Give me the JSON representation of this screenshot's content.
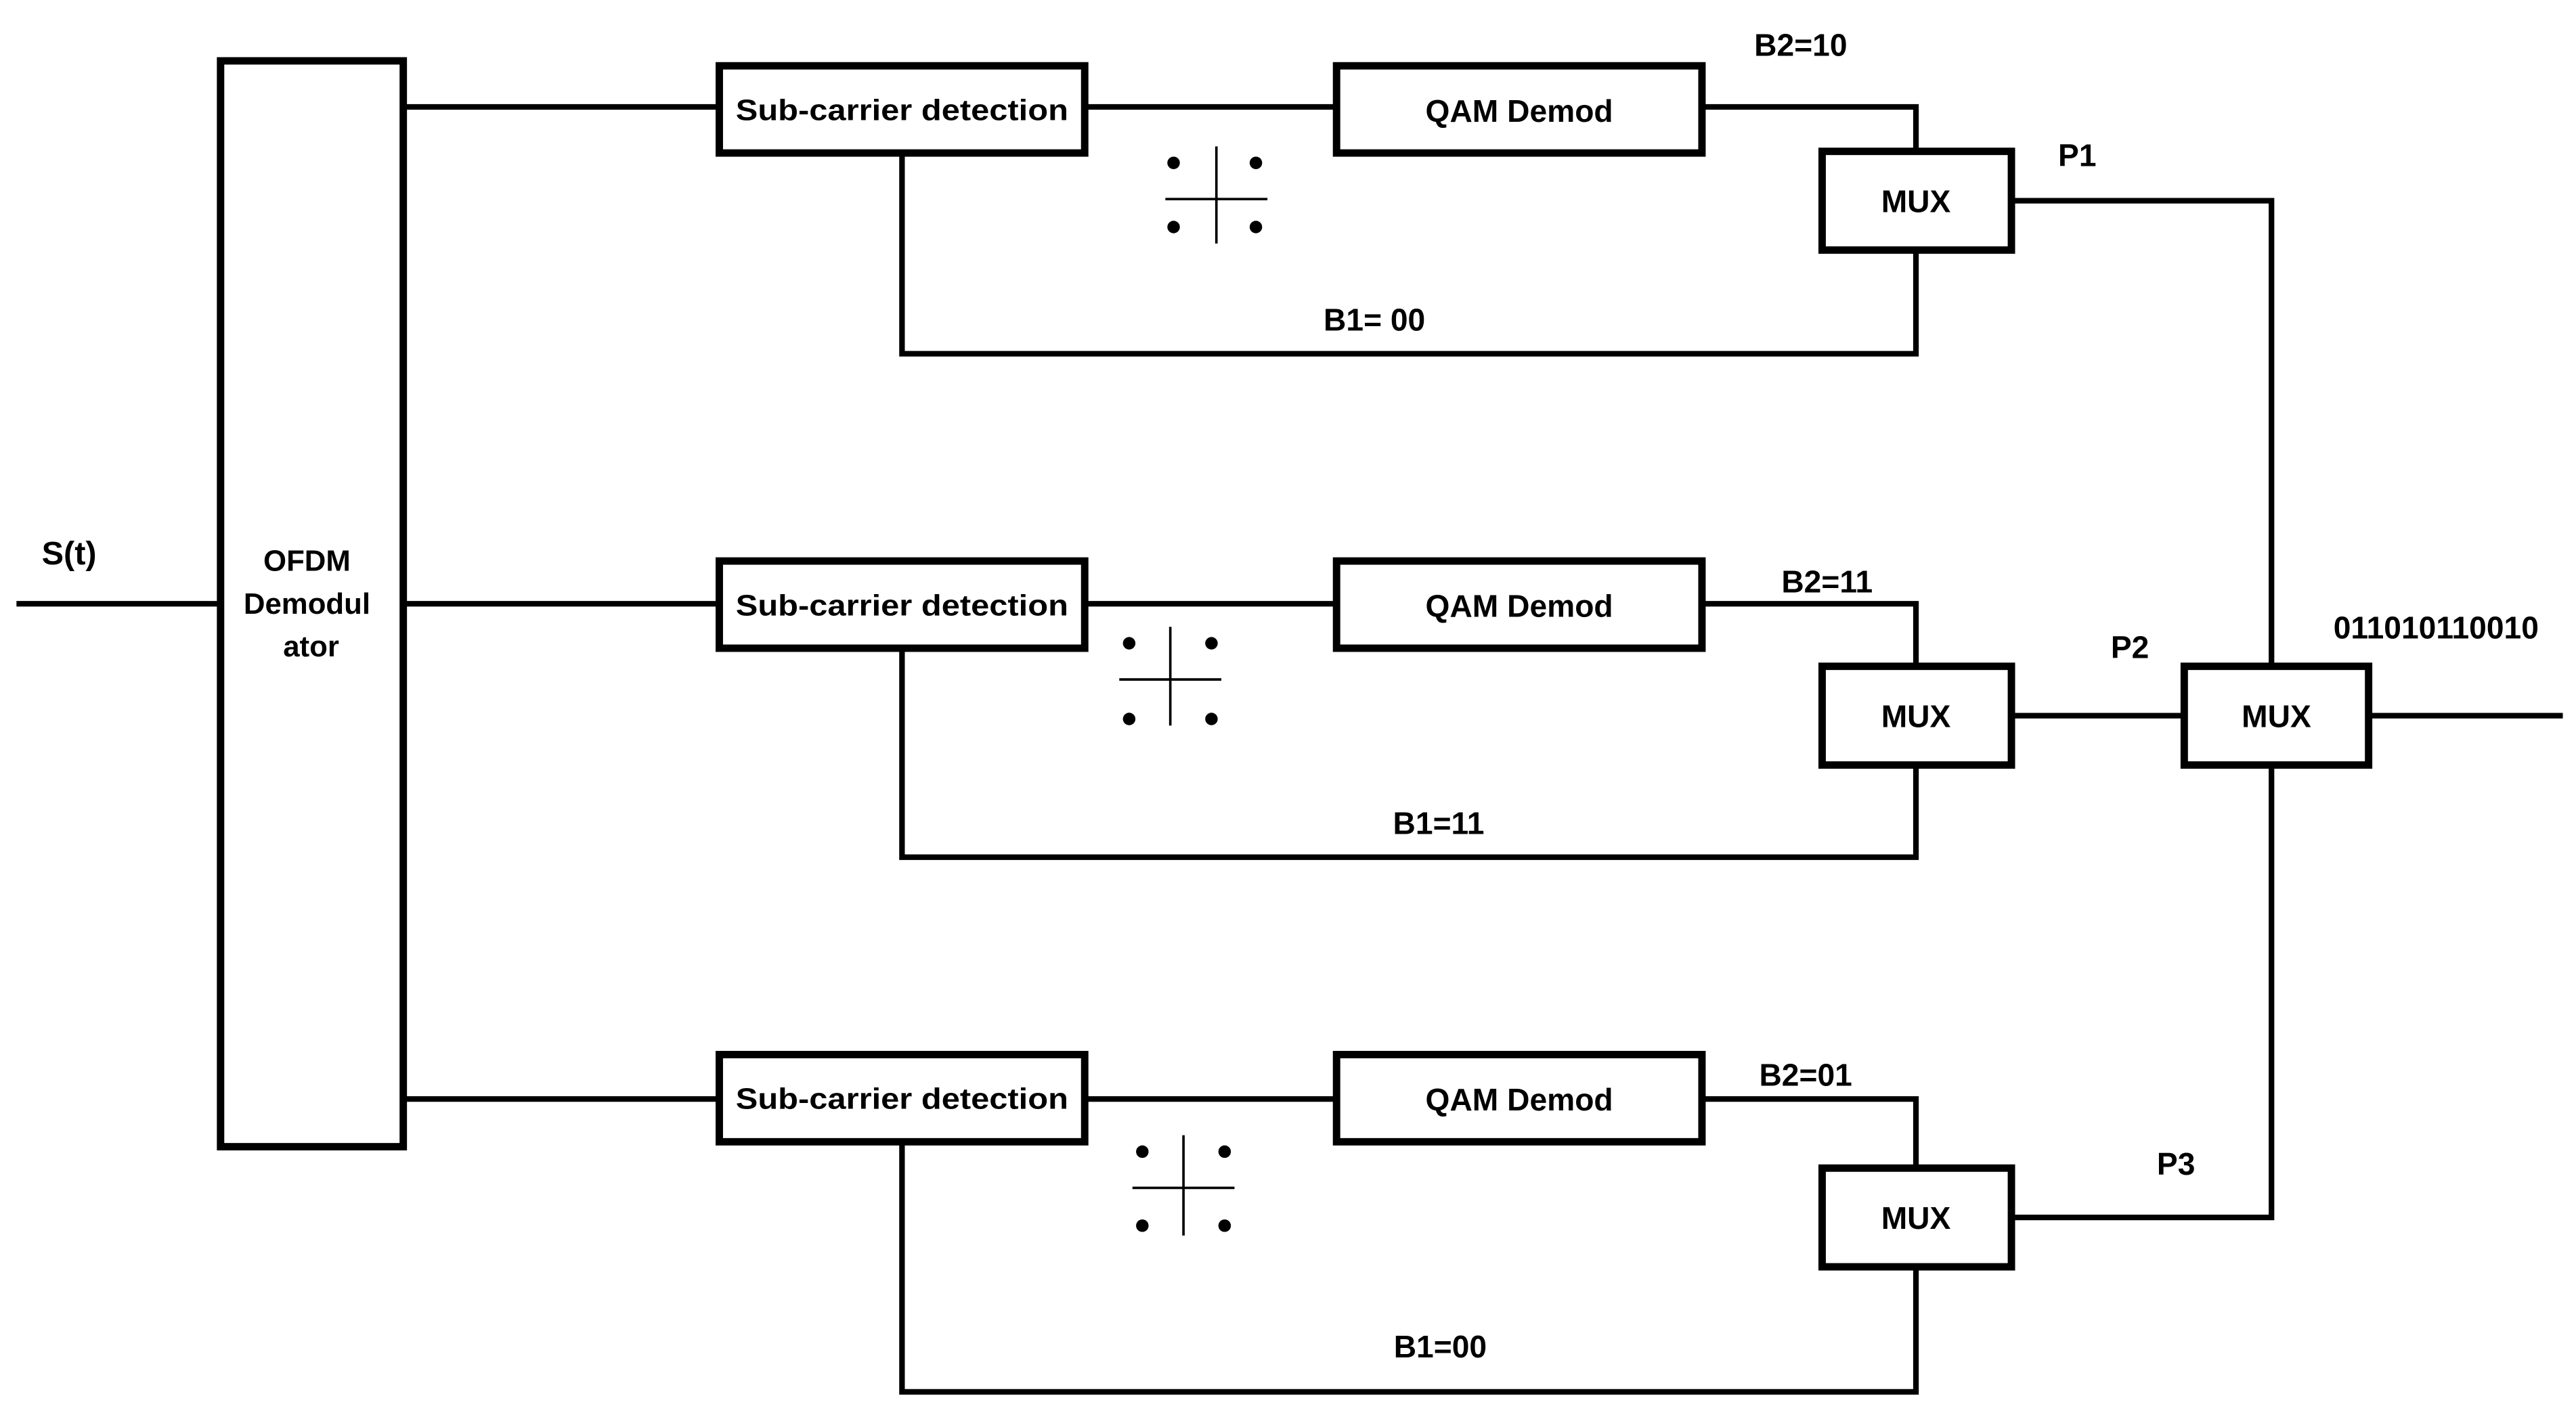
{
  "figure": {
    "colors": {
      "ink": "#000000",
      "background": "#ffffff"
    },
    "input_signal_label": "S(t)",
    "ofdm_demodulator": {
      "label_lines": [
        "OFDM",
        "Demodul",
        "ator"
      ]
    },
    "branches": [
      {
        "subcarrier_label": "Sub-carrier detection",
        "qam_label": "QAM Demod",
        "b2_label": "B2=10",
        "b1_label": "B1= 00",
        "mux_label": "MUX",
        "port_label": "P1"
      },
      {
        "subcarrier_label": "Sub-carrier detection",
        "qam_label": "QAM Demod",
        "b2_label": "B2=11",
        "b1_label": "B1=11",
        "mux_label": "MUX",
        "port_label": "P2"
      },
      {
        "subcarrier_label": "Sub-carrier detection",
        "qam_label": "QAM Demod",
        "b2_label": "B2=01",
        "b1_label": "B1=00",
        "mux_label": "MUX",
        "port_label": "P3"
      }
    ],
    "final_mux_label": "MUX",
    "output_bits": "011010110010"
  }
}
